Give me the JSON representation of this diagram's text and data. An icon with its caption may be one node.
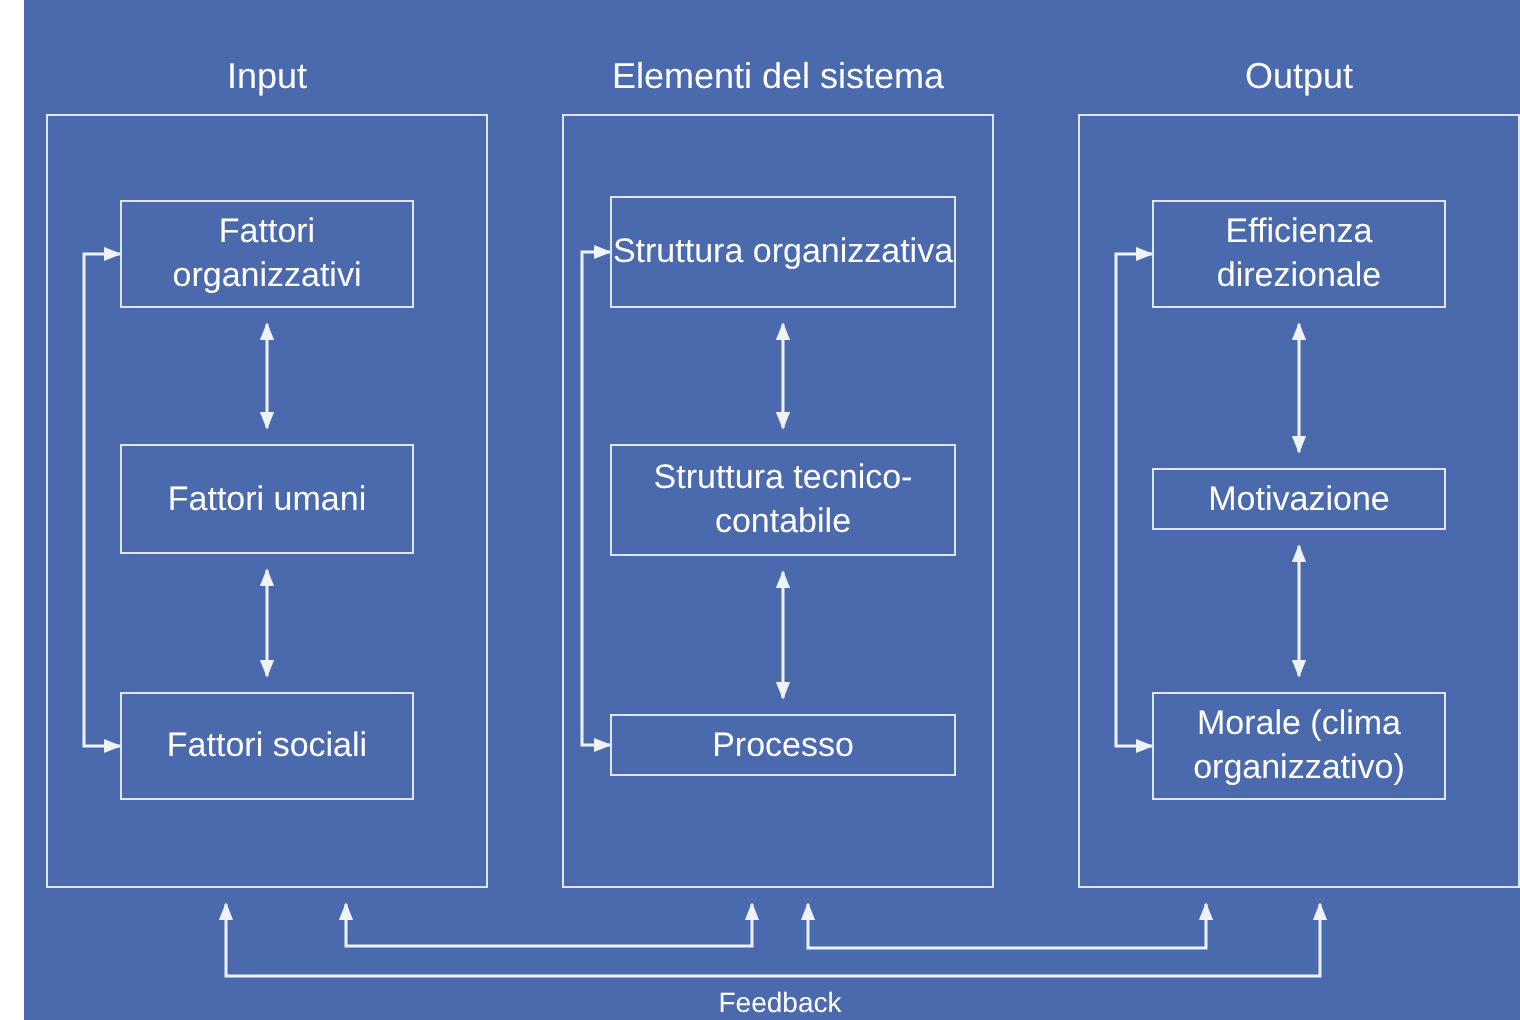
{
  "diagram": {
    "nodes": [
      {
        "text": [
          "Input"
        ]
      },
      {
        "text": [
          "Fattori organizzativi"
        ],
        "in": 0
      },
      {
        "text": [
          "Fattori umani"
        ],
        "in": 0
      },
      {
        "text": [
          "Fattori sociali"
        ],
        "in": 0
      },
      {
        "text": [
          "Elementi del sistema"
        ]
      },
      {
        "text": [
          "Struttura organizzativa"
        ],
        "in": 4
      },
      {
        "text": [
          "Struttura tecnico-contabile"
        ],
        "in": 4
      },
      {
        "text": [
          "Processo"
        ],
        "in": 4
      },
      {
        "text": [
          "Output"
        ]
      },
      {
        "text": [
          "Efficienza direzionale"
        ],
        "in": 8
      },
      {
        "text": [
          "Motivazione"
        ],
        "in": 8
      },
      {
        "text": [
          "Morale (clima organizzativo)"
        ],
        "in": 8
      }
    ],
    "edges": [
      {
        "from": 1,
        "to": 2,
        "arrow": "both"
      },
      {
        "from": 2,
        "to": 3,
        "arrow": "both"
      },
      {
        "from": 1,
        "to": 3,
        "arrow": "both"
      },
      {
        "from": 5,
        "to": 6,
        "arrow": "both"
      },
      {
        "from": 6,
        "to": 7,
        "arrow": "both"
      },
      {
        "from": 5,
        "to": 7,
        "arrow": "both"
      },
      {
        "from": 9,
        "to": 10,
        "arrow": "both"
      },
      {
        "from": 10,
        "to": 11,
        "arrow": "both"
      },
      {
        "from": 9,
        "to": 11,
        "arrow": "both"
      },
      {
        "from": 0,
        "to": 8,
        "arrow": "both"
      },
      {
        "from": 0,
        "to": 4,
        "arrow": "both"
      },
      {
        "from": 4,
        "to": 8,
        "arrow": "both"
      }
    ],
    "labels": [
      "Feedback"
    ]
  }
}
